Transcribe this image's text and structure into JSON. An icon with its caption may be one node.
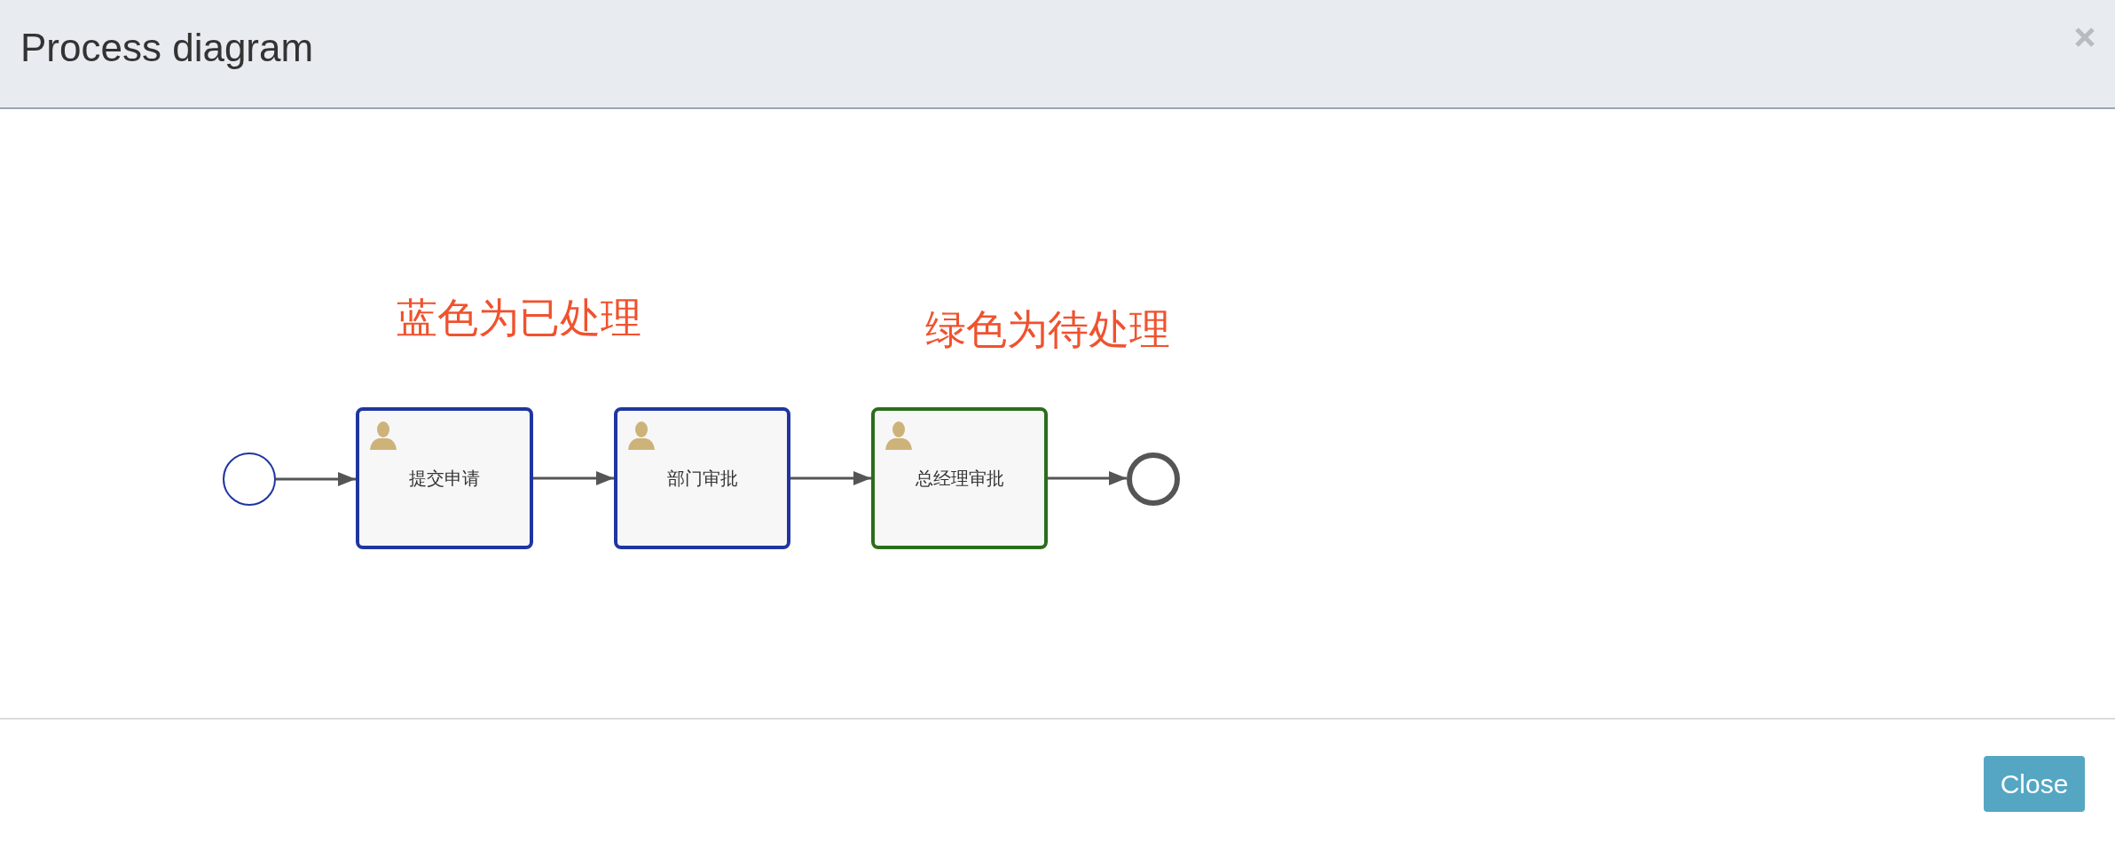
{
  "diagram": {
    "title": "Process diagram",
    "nodes": [
      {
        "text": [],
        "shape": "circle"
      },
      {
        "text": [
          "提交申请"
        ]
      },
      {
        "text": [
          "部门审批"
        ]
      },
      {
        "text": [
          "总经理审批"
        ]
      },
      {
        "text": [],
        "shape": "circle"
      }
    ],
    "edges": [
      {
        "from": 0,
        "to": 1,
        "arrow": "to"
      },
      {
        "from": 1,
        "to": 2,
        "arrow": "to"
      },
      {
        "from": 2,
        "to": 3,
        "arrow": "to"
      },
      {
        "from": 3,
        "to": 4,
        "arrow": "to"
      }
    ],
    "labels": [
      "蓝色为已处理",
      "绿色为待处理",
      "Close"
    ]
  }
}
